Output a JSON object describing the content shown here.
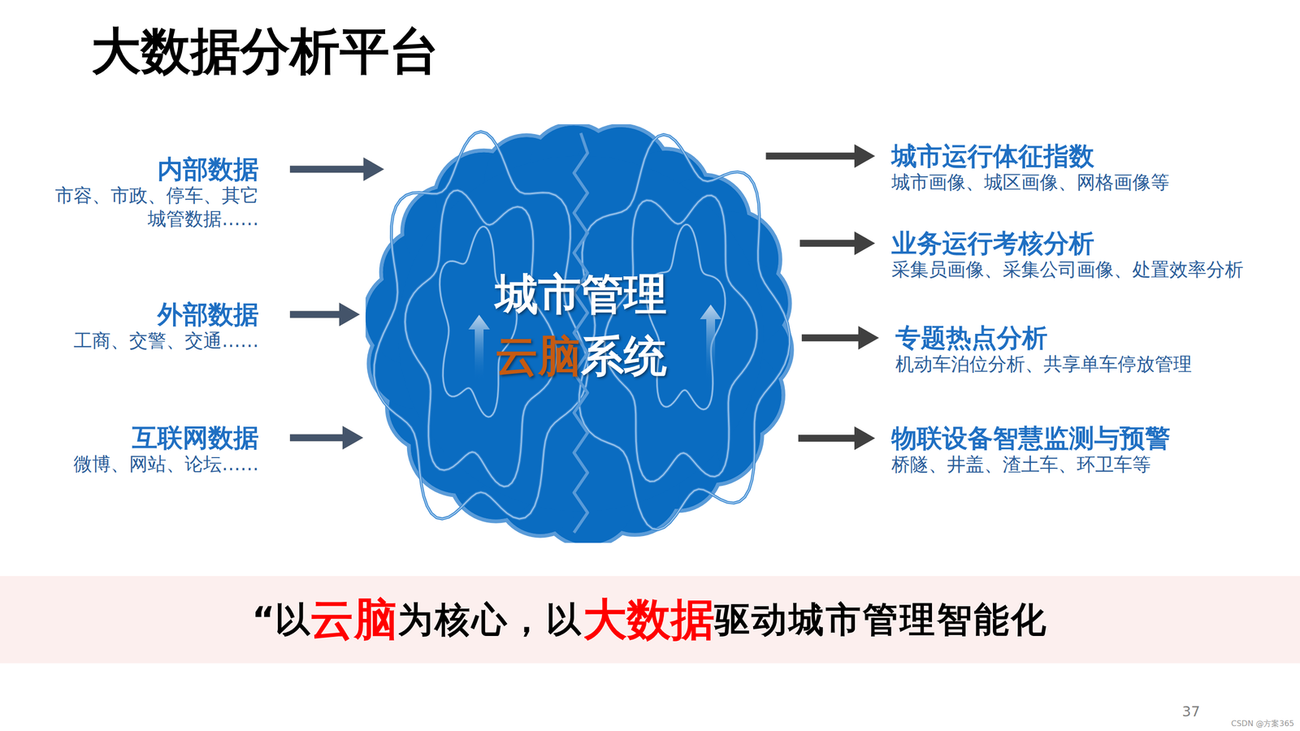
{
  "diagram": {
    "title": "大数据分析平台",
    "nodes": [
      {
        "text": [
          "内部数据",
          "市容、市政、停车、其它 城管数据……"
        ]
      },
      {
        "text": [
          "外部数据",
          "工商、交警、交通……"
        ]
      },
      {
        "text": [
          "互联网数据",
          "微博、网站、论坛……"
        ]
      },
      {
        "text": [
          "城市管理",
          "云脑",
          "系统"
        ]
      },
      {
        "text": [
          "城市运行体征指数",
          "城市画像、城区画像、网格画像等"
        ]
      },
      {
        "text": [
          "业务运行考核分析",
          "采集员画像、采集公司画像、处置效率分析"
        ]
      },
      {
        "text": [
          "专题热点分析",
          "机动车泊位分析、共享单车停放管理"
        ]
      },
      {
        "text": [
          "物联设备智慧监测与预警",
          "桥隧、井盖、渣土车、环卫车等"
        ]
      }
    ],
    "edges": [
      {
        "from": 0,
        "to": 3,
        "arrow": "to"
      },
      {
        "from": 1,
        "to": 3,
        "arrow": "to"
      },
      {
        "from": 2,
        "to": 3,
        "arrow": "to"
      },
      {
        "from": 3,
        "to": 4,
        "arrow": "to"
      },
      {
        "from": 3,
        "to": 5,
        "arrow": "to"
      },
      {
        "from": 3,
        "to": 6,
        "arrow": "to"
      },
      {
        "from": 3,
        "to": 7,
        "arrow": "to"
      }
    ],
    "labels": [
      "“以",
      "云脑",
      "为核心，以",
      "大数据",
      "驱动城市管理智能化",
      "37",
      "CSDN @方案365"
    ]
  }
}
